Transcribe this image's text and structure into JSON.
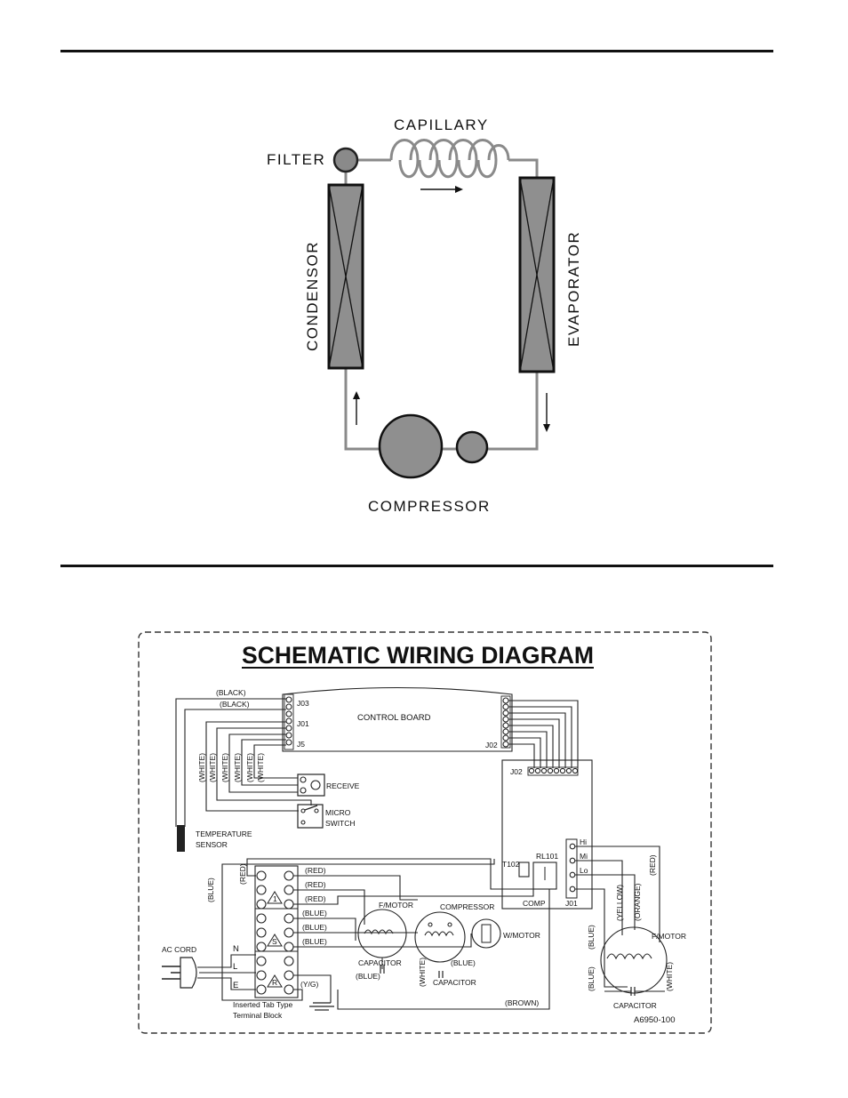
{
  "refrigeration": {
    "capillary": "CAPILLARY",
    "filter": "FILTER",
    "condenser": "CONDENSOR",
    "evaporator": "EVAPORATOR",
    "compressor": "COMPRESSOR"
  },
  "wiring": {
    "title": "SCHEMATIC WIRING DIAGRAM",
    "control_board": "CONTROL BOARD",
    "connectors": {
      "j03": "J03",
      "j01": "J01",
      "j5": "J5",
      "j02_top": "J02",
      "j02_board": "J02",
      "j01_board": "J01",
      "t102": "T102",
      "rl101": "RL101",
      "comp": "COMP"
    },
    "speeds": {
      "hi": "Hi",
      "mi": "Mi",
      "lo": "Lo"
    },
    "components": {
      "receive": "RECEIVE",
      "micro": "MICRO",
      "switch": "SWITCH",
      "temp1": "TEMPERATURE",
      "temp2": "SENSOR",
      "fmotor1": "F/MOTOR",
      "compressor": "COMPRESSOR",
      "wmotor": "W/MOTOR",
      "capacitor1": "CAPACITOR",
      "capacitor2": "CAPACITOR",
      "fmotor2": "F/MOTOR",
      "capacitor3": "CAPACITOR",
      "ac_cord": "AC CORD",
      "n": "N",
      "l": "L",
      "e": "E",
      "terminal1": "Inserted Tab Type",
      "terminal2": "Terminal Block",
      "tri1": "1",
      "tri2": "S",
      "tri3": "R",
      "model": "A6950-100"
    },
    "wire_labels": {
      "black1": "(BLACK)",
      "black2": "(BLACK)",
      "white1": "(WHITE)",
      "white2": "(WHITE)",
      "white3": "(WHITE)",
      "white4": "(WHITE)",
      "white5": "(WHITE)",
      "white6": "(WHITE)",
      "white7": "(WHITE)",
      "blue_left": "(BLUE)",
      "red_left": "(RED)",
      "red1": "(RED)",
      "red2": "(RED)",
      "red3": "(RED)",
      "blue1": "(BLUE)",
      "blue2": "(BLUE)",
      "blue3": "(BLUE)",
      "yg": "(Y/G)",
      "blue_cap": "(BLUE)",
      "blue_comp": "(BLUE)",
      "brown": "(BROWN)",
      "yellow": "(YELLOW)",
      "orange": "(ORANGE)",
      "red_right": "(RED)",
      "blue_m1": "(BLUE)",
      "blue_m2": "(BLUE)"
    }
  }
}
